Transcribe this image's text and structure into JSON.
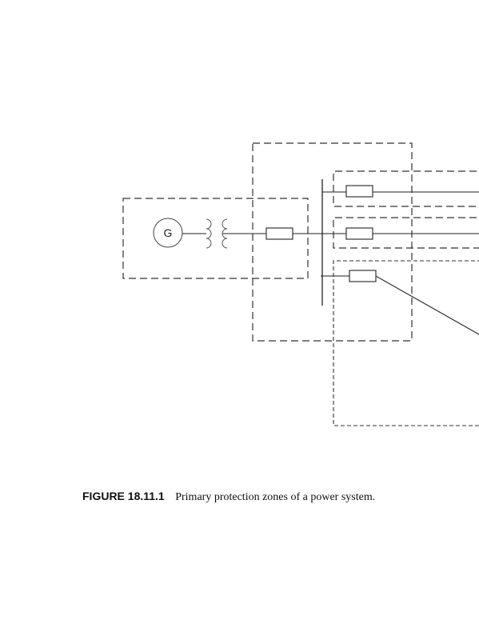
{
  "diagram": {
    "generator_label": "G"
  },
  "caption": {
    "number": "FIGURE 18.11.1",
    "text": "Primary protection zones of a power system."
  }
}
